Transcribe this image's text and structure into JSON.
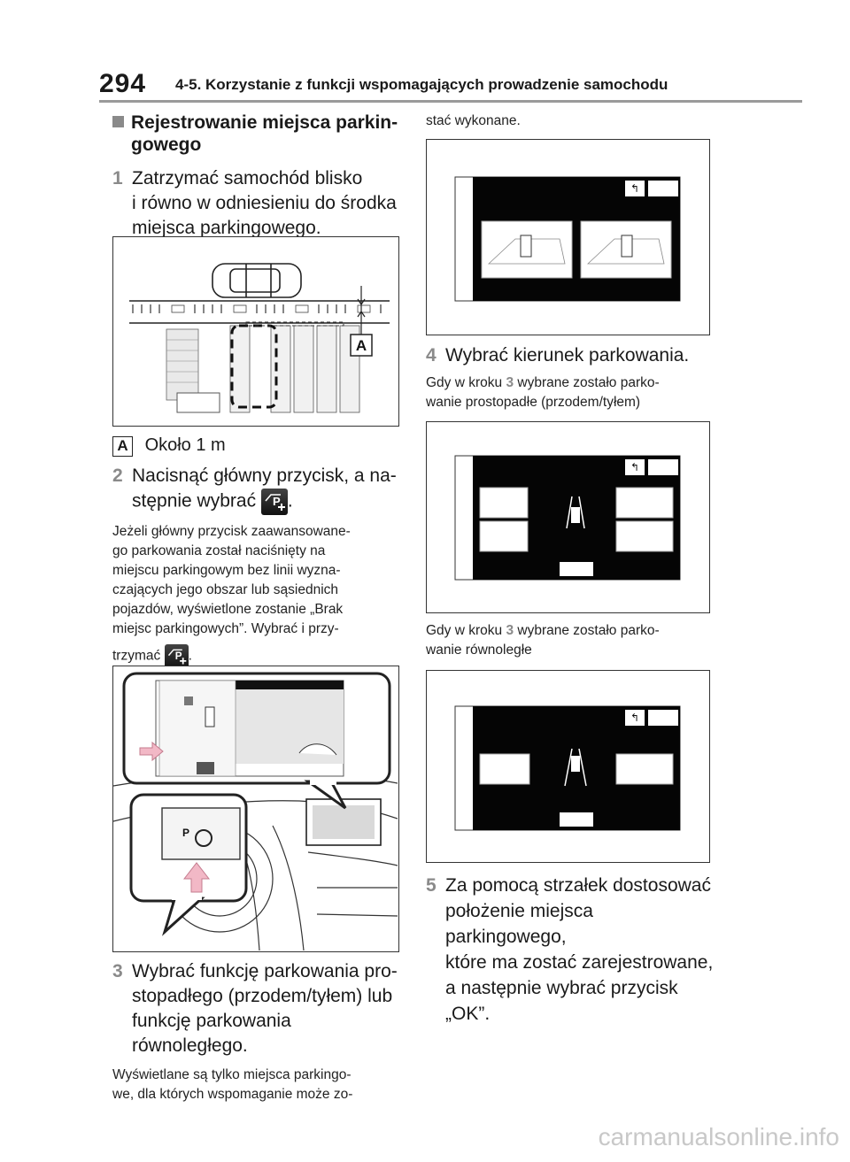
{
  "header": {
    "page_number": "294",
    "section_title": "4-5. Korzystanie z funkcji wspomagających prowadzenie samochodu"
  },
  "left": {
    "section_heading_line1": "Rejestrowanie miejsca parkin-",
    "section_heading_line2": "gowego",
    "step1": {
      "num": "1",
      "line1": "Zatrzymać samochód blisko",
      "line2": "i równo w odniesieniu do środka",
      "line3": "miejsca parkingowego."
    },
    "fig1_label": "A",
    "legend_label": "A",
    "legend_text": "Około 1 m",
    "step2": {
      "num": "2",
      "line1": "Nacisnąć główny przycisk, a na-",
      "line2": "stępnie wybrać",
      "line2_end": "."
    },
    "note1": {
      "line1": "Jeżeli główny przycisk zaawansowane-",
      "line2": "go parkowania został naciśnięty na",
      "line3": "miejscu parkingowym bez linii wyzna-",
      "line4": "czających jego obszar lub sąsiednich",
      "line5": "pojazdów, wyświetlone zostanie „Brak",
      "line6": "miejsc parkingowych”. Wybrać i przy-",
      "line7": "trzymać",
      "line7_end": "."
    },
    "step3": {
      "num": "3",
      "line1": "Wybrać funkcję parkowania pro-",
      "line2": "stopadłego (przodem/tyłem) lub",
      "line3": "funkcję parkowania równoległego."
    },
    "note2": {
      "line1": "Wyświetlane są tylko miejsca parkingo-",
      "line2": "we, dla których wspomaganie może zo-"
    }
  },
  "right": {
    "cont_text": "stać wykonane.",
    "step4": {
      "num": "4",
      "line1": "Wybrać kierunek parkowania."
    },
    "note3": {
      "pre": "Gdy w kroku",
      "num": "3",
      "post": "wybrane zostało parko-",
      "line2": "wanie prostopadłe (przodem/tyłem)"
    },
    "note4": {
      "pre": "Gdy w kroku",
      "num": "3",
      "post": "wybrane zostało parko-",
      "line2": "wanie równoległe"
    },
    "step5": {
      "num": "5",
      "line1": "Za pomocą strzałek dostosować",
      "line2": "położenie miejsca parkingowego,",
      "line3": "które ma zostać zarejestrowane,",
      "line4": "a następnie wybrać przycisk",
      "line5": "„OK”."
    }
  },
  "colors": {
    "accent_gray": "#8a8a8a",
    "screen_black": "#050505",
    "arrow_pink": "#f2b8c6"
  },
  "icons": [
    "register-parking-icon",
    "parking-assist-button-icon",
    "back-arrow-icon"
  ],
  "footer": {
    "watermark": "carmanualsonline.info"
  }
}
